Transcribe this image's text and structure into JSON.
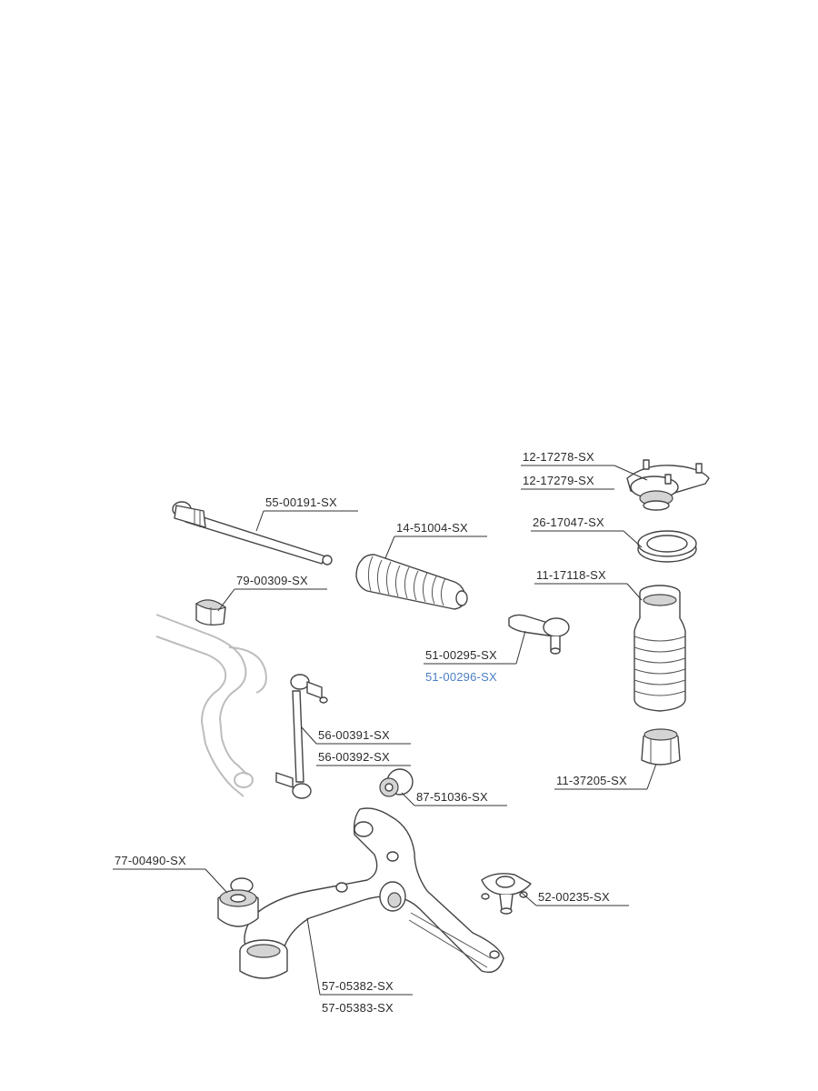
{
  "diagram": {
    "labels": [
      {
        "id": "l-12-17278",
        "text": "12-17278-SX"
      },
      {
        "id": "l-12-17279",
        "text": "12-17279-SX"
      },
      {
        "id": "l-55-00191",
        "text": "55-00191-SX"
      },
      {
        "id": "l-14-51004",
        "text": "14-51004-SX"
      },
      {
        "id": "l-26-17047",
        "text": "26-17047-SX"
      },
      {
        "id": "l-79-00309",
        "text": "79-00309-SX"
      },
      {
        "id": "l-11-17118",
        "text": "11-17118-SX"
      },
      {
        "id": "l-51-00295",
        "text": "51-00295-SX"
      },
      {
        "id": "l-51-00296",
        "text": "51-00296-SX"
      },
      {
        "id": "l-56-00391",
        "text": "56-00391-SX"
      },
      {
        "id": "l-56-00392",
        "text": "56-00392-SX"
      },
      {
        "id": "l-11-37205",
        "text": "11-37205-SX"
      },
      {
        "id": "l-87-51036",
        "text": "87-51036-SX"
      },
      {
        "id": "l-77-00490",
        "text": "77-00490-SX"
      },
      {
        "id": "l-52-00235",
        "text": "52-00235-SX"
      },
      {
        "id": "l-57-05382",
        "text": "57-05382-SX"
      },
      {
        "id": "l-57-05383",
        "text": "57-05383-SX"
      }
    ],
    "colors": {
      "label_text": "#2a2a2a",
      "highlight_label": "#4a7fc4",
      "line_art": "#444444",
      "shading": "#d4d4d4",
      "background": "#ffffff"
    }
  }
}
